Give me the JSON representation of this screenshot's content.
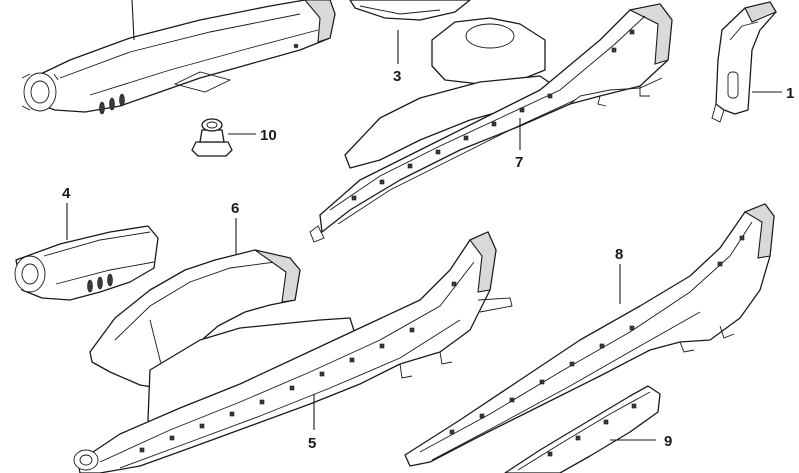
{
  "callouts": [
    {
      "id": "c1",
      "label": "1"
    },
    {
      "id": "c3",
      "label": "3"
    },
    {
      "id": "c4",
      "label": "4"
    },
    {
      "id": "c5",
      "label": "5"
    },
    {
      "id": "c6",
      "label": "6"
    },
    {
      "id": "c7",
      "label": "7"
    },
    {
      "id": "c8",
      "label": "8"
    },
    {
      "id": "c9",
      "label": "9"
    },
    {
      "id": "c10",
      "label": "10"
    }
  ]
}
